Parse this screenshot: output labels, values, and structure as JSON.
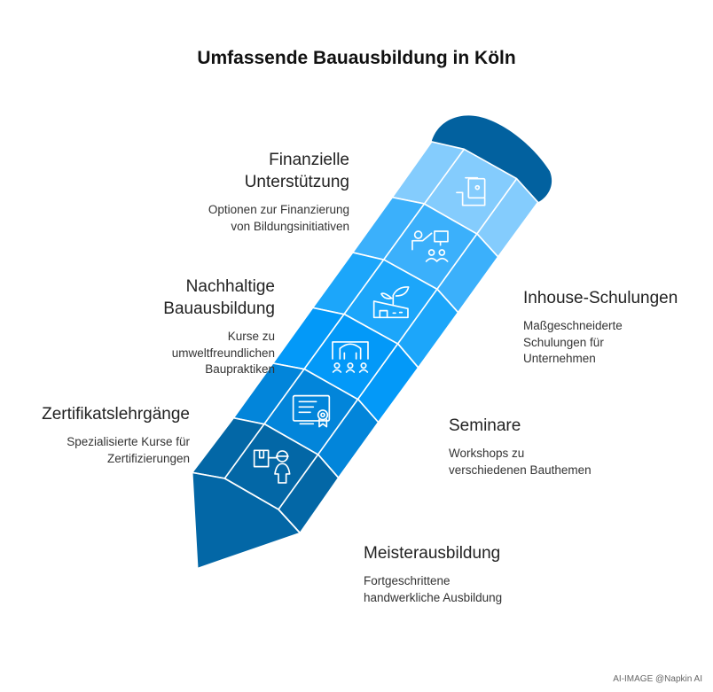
{
  "title": "Umfassende Bauausbildung in Köln",
  "items": [
    {
      "heading_line1": "Finanzielle",
      "heading_line2": "Unterstützung",
      "desc_line1": "Optionen zur Finanzierung",
      "desc_line2": "von Bildungsinitiativen",
      "icon": "money-hand-icon",
      "color": "#84CCFD"
    },
    {
      "heading_line1": "Inhouse-Schulungen",
      "desc_line1": "Maßgeschneiderte",
      "desc_line2": "Schulungen für",
      "desc_line3": "Unternehmen",
      "icon": "presentation-icon",
      "color": "#3BB0FB"
    },
    {
      "heading_line1": "Nachhaltige",
      "heading_line2": "Bauausbildung",
      "desc_line1": "Kurse zu",
      "desc_line2": "umweltfreundlichen",
      "desc_line3": "Baupraktiken",
      "icon": "sprout-building-icon",
      "color": "#1CA6FA"
    },
    {
      "heading_line1": "Seminare",
      "desc_line1": "Workshops zu",
      "desc_line2": "verschiedenen Bauthemen",
      "icon": "seminar-audience-icon",
      "color": "#0399F8"
    },
    {
      "heading_line1": "Zertifikatslehrgänge",
      "desc_line1": "Spezialisierte Kurse für",
      "desc_line2": "Zertifizierungen",
      "icon": "certificate-icon",
      "color": "#0285DA"
    },
    {
      "heading_line1": "Meisterausbildung",
      "desc_line1": "Fortgeschrittene",
      "desc_line2": "handwerkliche Ausbildung",
      "icon": "worker-box-icon",
      "color": "#0367A6"
    }
  ],
  "cap_color": "#02619F",
  "footer": "AI-IMAGE  @Napkin AI"
}
